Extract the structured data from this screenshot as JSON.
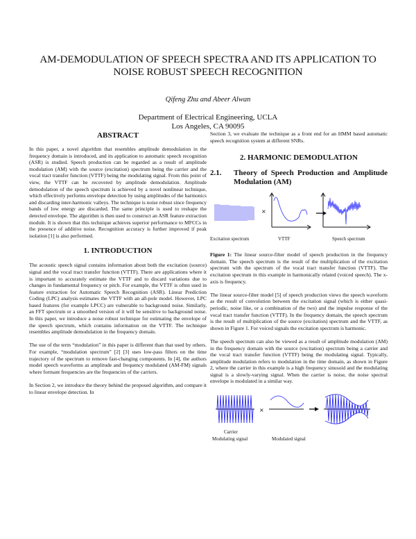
{
  "paper": {
    "title_line1": "AM-DEMODULATION OF SPEECH SPECTRA AND ITS APPLICATION TO",
    "title_line2": "NOISE ROBUST SPEECH RECOGNITION",
    "authors": "Qifeng Zhu and Abeer Alwan",
    "affiliation_line1": "Department of Electrical Engineering, UCLA",
    "affiliation_line2": "Los Angeles, CA 90095"
  },
  "abstract": {
    "heading": "ABSTRACT",
    "text": "In this paper, a novel algorithm that resembles amplitude demodulation in the frequency domain is introduced, and its application to automatic speech recognition (ASR) is studied. Speech production can be regarded as a result of amplitude modulation (AM) with the source (excitation) spectrum being the carrier and the vocal tract transfer function (VTTF) being the modulating signal. From this point of view, the VTTF can be recovered by amplitude demodulation. Amplitude demodulation of the speech spectrum is achieved by a novel nonlinear technique, which effectively performs envelope detection by using amplitudes of the harmonics and discarding inter-harmonic valleys. The technique is noise robust since frequency bands of low energy are discarded. The same principle is used to reshape the detected envelope. The algorithm is then used to construct an ASR feature extraction module. It is shown that this technique achieves superior performance to MFCCs in the presence of additive noise. Recognition accuracy is further improved if peak isolation [1] is also performed."
  },
  "introduction": {
    "heading": "1. INTRODUCTION",
    "paragraphs": [
      "The acoustic speech signal contains information about both the excitation (source) signal and the vocal tract transfer function (VTTF). There are applications where it is important to accurately estimate the VTTF and to discard variations due to changes in fundamental frequency or pitch. For example, the VTTF is often used in feature extraction for Automatic Speech Recognition (ASR). Linear Prediction Coding (LPC) analysis estimates the VTTF with an all-pole model. However, LPC based features (for example LPCC) are vulnerable to background noise. Similarly, an FFT spectrum or a smoothed version of it will be sensitive to background noise. In this paper, we introduce a noise robust technique for estimating the envelope of the speech spectrum, which contains information on the VTTF. The technique resembles amplitude demodulation in the frequency domain.",
      "The use of the term “modulation” in this paper is different than that used by others. For example, “modulation spectrum” [2] [3] uses low-pass filters on the time trajectory of the spectrum to remove fast-changing components. In [4], the authors model speech waveforms as amplitude and frequency modulated (AM-FM) signals where formant frequencies are the frequencies of the carriers.",
      "In Section 2, we introduce the theory behind the proposed algorithm, and compare it to linear envelope detection. In"
    ],
    "continued": "Section 3, we evaluate the technique as a front end for an HMM based automatic speech recognition system at different SNRs."
  },
  "section2": {
    "heading": "2. HARMONIC DEMODULATION",
    "sub_num": "2.1.",
    "sub_title": "Theory of Speech Production and Amplitude Modulation (AM)",
    "figure1": {
      "labels": [
        "Excitation spectrum",
        "VTTF",
        "Speech spectrum"
      ],
      "times_symbol": "×",
      "caption_label": "Figure 1:",
      "caption_text": " The linear source-filter model of speech production in the frequency domain. The speech spectrum is the result of the multiplication of the excitation spectrum with the spectrum of the vocal tract transfer function (VTTF). The excitation spectrum in this example in harmonically related (voiced speech). The x-axis is frequency."
    },
    "paragraphs": [
      "The linear source-filter model [5] of speech production views the speech waveform as the result of convolution between the excitation signal (which is either quasi-periodic, noise like, or a combination of the two) and the impulse response of the vocal tract transfer function (VTTF). In the frequency domain, the speech spectrum is the result of multiplication of the source (excitation) spectrum and the VTTF, as shown in Figure 1. For voiced signals the excitation spectrum is harmonic.",
      "The speech spectrum can also be viewed as a result of amplitude modulation (AM) in the frequency domain with the source (excitation) spectrum being a carrier and the vocal tract transfer function (VTTF) being the modulating signal. Typically, amplitude modulation refers to modulation in the time domain, as shown in Figure 2, where the carrier in this example is a high frequency sinusoid and the modulating signal is a slowly-varying signal. When the carrier is noise, the noise spectral envelope is modulated in a similar way."
    ],
    "figure2": {
      "times_symbol": "×",
      "label_carrier": "Carrier",
      "label_modulating": "Modulating signal",
      "label_modulated": "Modulated signal"
    }
  },
  "colors": {
    "figure_blue": "#2a2af0",
    "text": "#111111"
  }
}
